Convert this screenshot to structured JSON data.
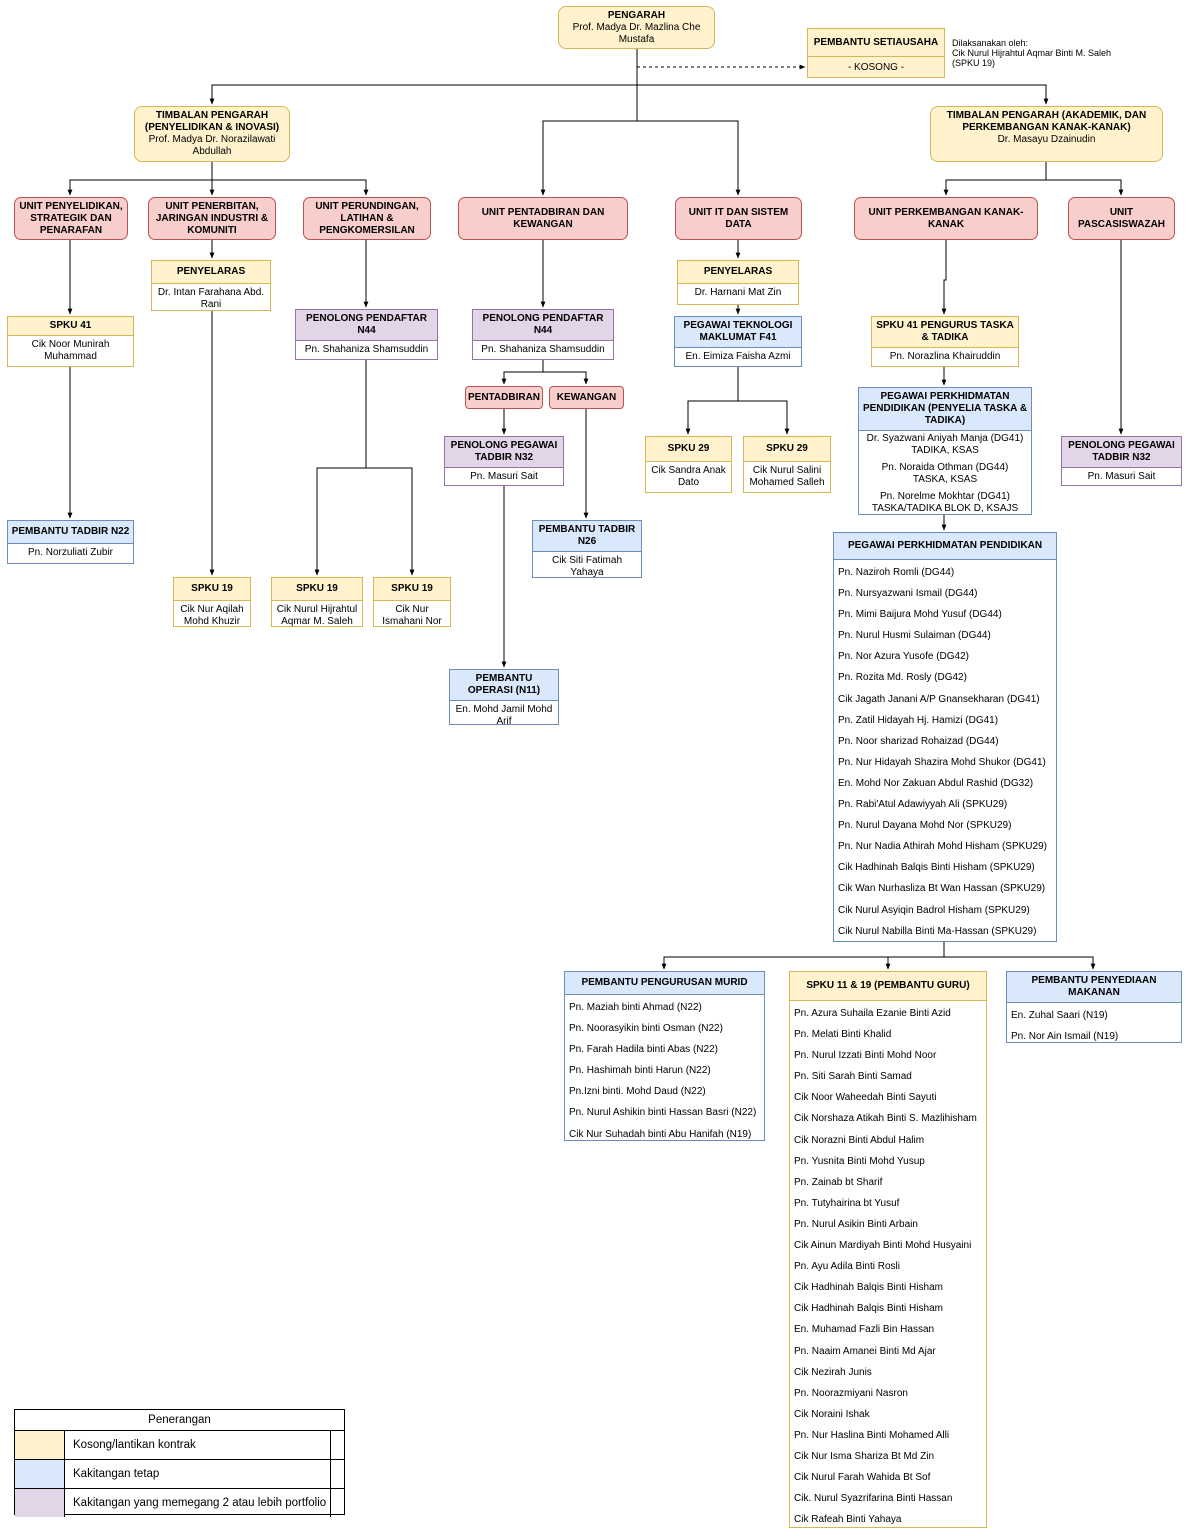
{
  "director": {
    "title": "PENGARAH",
    "name": "Prof. Madya Dr. Mazlina Che Mustafa"
  },
  "secretary": {
    "title": "PEMBANTU SETIAUSAHA",
    "value": "- KOSONG -",
    "note_1": "Dilaksanakan oleh:",
    "note_2": "Cik Nurul Hijrahtul Aqmar Binti M. Saleh",
    "note_3": "(SPKU 19)"
  },
  "deputy_research": {
    "title": "TIMBALAN PENGARAH (PENYELIDIKAN & INOVASI)",
    "name": "Prof. Madya Dr. Norazilawati Abdullah"
  },
  "deputy_academic": {
    "title": "TIMBALAN PENGARAH (AKADEMIK, DAN PERKEMBANGAN KANAK-KANAK)",
    "name": "Dr. Masayu Dzainudin"
  },
  "units": {
    "research": "UNIT PENYELIDIKAN, STRATEGIK DAN PENARAFAN",
    "publishing": "UNIT PENERBITAN, JARINGAN INDUSTRI & KOMUNITI",
    "consulting": "UNIT PERUNDINGAN, LATIHAN & PENGKOMERSILAN",
    "admin": "UNIT PENTADBIRAN DAN KEWANGAN",
    "it": "UNIT IT DAN SISTEM DATA",
    "child": "UNIT PERKEMBANGAN KANAK-KANAK",
    "postgrad": "UNIT PASCASISWAZAH",
    "pentadbiran": "PENTADBIRAN",
    "kewangan": "KEWANGAN"
  },
  "staff": {
    "r_spku41": {
      "title": "SPKU 41",
      "name": "Cik Noor Munirah Muhammad"
    },
    "r_n22": {
      "title": "PEMBANTU TADBIR N22",
      "name": "Pn. Norzuliati Zubir"
    },
    "p_penyelaras": {
      "title": "PENYELARAS",
      "name": "Dr. Intan Farahana Abd. Rani"
    },
    "p_spku19": {
      "title": "SPKU 19",
      "name": "Cik Nur Aqilah Mohd Khuzir"
    },
    "c_n44": {
      "title": "PENOLONG PENDAFTAR N44",
      "name": "Pn. Shahaniza Shamsuddin"
    },
    "c_spku19a": {
      "title": "SPKU 19",
      "name": "Cik Nurul Hijrahtul Aqmar M. Saleh"
    },
    "c_spku19b": {
      "title": "SPKU 19",
      "name": "Cik Nur Ismahani Nor"
    },
    "a_n44": {
      "title": "PENOLONG PENDAFTAR N44",
      "name": "Pn. Shahaniza Shamsuddin"
    },
    "a_n32": {
      "title": "PENOLONG PEGAWAI TADBIR N32",
      "name": "Pn. Masuri Sait"
    },
    "a_n11": {
      "title": "PEMBANTU OPERASI (N11)",
      "name": "En. Mohd Jamil Mohd Arif"
    },
    "a_n26": {
      "title": "PEMBANTU TADBIR N26",
      "name": "Cik Siti Fatimah Yahaya"
    },
    "i_penyelaras": {
      "title": "PENYELARAS",
      "name": "Dr. Harnani Mat Zin"
    },
    "i_f41": {
      "title": "PEGAWAI TEKNOLOGI MAKLUMAT F41",
      "name": "En. Eimiza Faisha Azmi"
    },
    "i_spku29a": {
      "title": "SPKU 29",
      "name": "Cik Sandra Anak Dato"
    },
    "i_spku29b": {
      "title": "SPKU 29",
      "name": "Cik Nurul Salini Mohamed Salleh"
    },
    "k_spku41": {
      "title": "SPKU 41 PENGURUS TASKA & TADIKA",
      "name": "Pn. Norazlina Khairuddin"
    },
    "k_penyelia": {
      "title": "PEGAWAI PERKHIDMATAN PENDIDIKAN (PENYELIA TASKA & TADIKA)",
      "l1": "Dr. Syazwani Aniyah Manja (DG41)",
      "l2": "TADIKA, KSAS",
      "l3": "Pn. Noraida Othman (DG44)",
      "l4": "TASKA, KSAS",
      "l5": "Pn. Norelme Mokhtar (DG41)",
      "l6": "TASKA/TADIKA BLOK D, KSAJS"
    },
    "g_n32": {
      "title": "PENOLONG PEGAWAI TADBIR N32",
      "name": "Pn. Masuri Sait"
    }
  },
  "ppp": {
    "title": "PEGAWAI PERKHIDMATAN PENDIDIKAN",
    "members": [
      "Pn. Naziroh Romli (DG44)",
      "Pn. Nursyazwani Ismail (DG44)",
      "Pn. Mimi Baijura Mohd Yusuf (DG44)",
      "Pn. Nurul Husmi Sulaiman (DG44)",
      "Pn. Nor Azura Yusofe (DG42)",
      "Pn. Rozita Md. Rosly (DG42)",
      "Cik Jagath Janani A/P Gnansekharan (DG41)",
      "Pn. Zatil Hidayah Hj. Hamizi (DG41)",
      "Pn. Noor sharizad Rohaizad (DG44)",
      "Pn. Nur Hidayah Shazira Mohd Shukor (DG41)",
      "En. Mohd Nor Zakuan Abdul Rashid (DG32)",
      "Pn. Rabi'Atul Adawiyyah Ali (SPKU29)",
      "Pn. Nurul Dayana Mohd Nor (SPKU29)",
      "Pn. Nur Nadia Athirah Mohd Hisham (SPKU29)",
      "Cik Hadhinah Balqis Binti Hisham (SPKU29)",
      "Cik Wan Nurhasliza Bt Wan Hassan (SPKU29)",
      "Cik Nurul Asyiqin Badrol Hisham (SPKU29)",
      "Cik Nurul Nabilla Binti Ma-Hassan (SPKU29)"
    ]
  },
  "murid": {
    "title": "PEMBANTU PENGURUSAN MURID",
    "members": [
      "Pn. Maziah binti Ahmad (N22)",
      "Pn. Noorasyikin binti Osman (N22)",
      "Pn. Farah Hadila binti Abas (N22)",
      "Pn. Hashimah binti Harun (N22)",
      "Pn.Izni binti. Mohd Daud (N22)",
      "Pn. Nurul Ashikin binti Hassan Basri (N22)",
      "Cik Nur Suhadah binti Abu Hanifah (N19)"
    ]
  },
  "guru": {
    "title": "SPKU 11 & 19 (PEMBANTU GURU)",
    "members": [
      "Pn. Azura Suhaila Ezanie Binti Azid",
      "Pn. Melati Binti Khalid",
      "Pn. Nurul Izzati Binti Mohd Noor",
      "Pn. Siti Sarah Binti Samad",
      "Cik Noor Waheedah Binti Sayuti",
      "Cik Norshaza Atikah Binti S. Mazlihisham",
      "Cik Norazni Binti Abdul Halim",
      "Pn. Yusnita Binti Mohd Yusup",
      "Pn. Zainab bt Sharif",
      "Pn. Tutyhairina bt Yusuf",
      "Pn. Nurul Asikin Binti Arbain",
      "Cik Ainun Mardiyah Binti Mohd Husyaini",
      "Pn. Ayu Adila Binti Rosli",
      "Cik Hadhinah Balqis Binti Hisham",
      "Cik Hadhinah Balqis Binti Hisham",
      "En. Muhamad Fazli Bin Hassan",
      "Pn. Naaim Amanei Binti Md Ajar",
      "Cik Nezirah Junis",
      "Pn. Noorazmiyani Nasron",
      "Cik Noraini Ishak",
      "Pn. Nur Haslina Binti Mohamed Alli",
      "Cik Nur Isma Shariza Bt Md Zin",
      "Cik Nurul Farah Wahida Bt Sof",
      "Cik. Nurul Syazrifarina Binti Hassan",
      "Cik Rafeah Binti Yahaya"
    ]
  },
  "makanan": {
    "title": "PEMBANTU PENYEDIAAN MAKANAN",
    "members": [
      "En. Zuhal Saari (N19)",
      "Pn. Nor Ain Ismail (N19)"
    ]
  },
  "legend": {
    "title": "Penerangan",
    "items": [
      {
        "label": "Kosong/lantikan kontrak",
        "color": "#fff2cc"
      },
      {
        "label": "Kakitangan tetap",
        "color": "#dae8fc"
      },
      {
        "label": "Kakitangan yang memegang 2 atau lebih portfolio",
        "color": "#e1d5e7"
      }
    ]
  },
  "colors": {
    "unit_fill": "#f8cecc",
    "unit_stroke": "#b85450",
    "contract": "#fff2cc",
    "permanent": "#dae8fc",
    "multi": "#e1d5e7"
  }
}
